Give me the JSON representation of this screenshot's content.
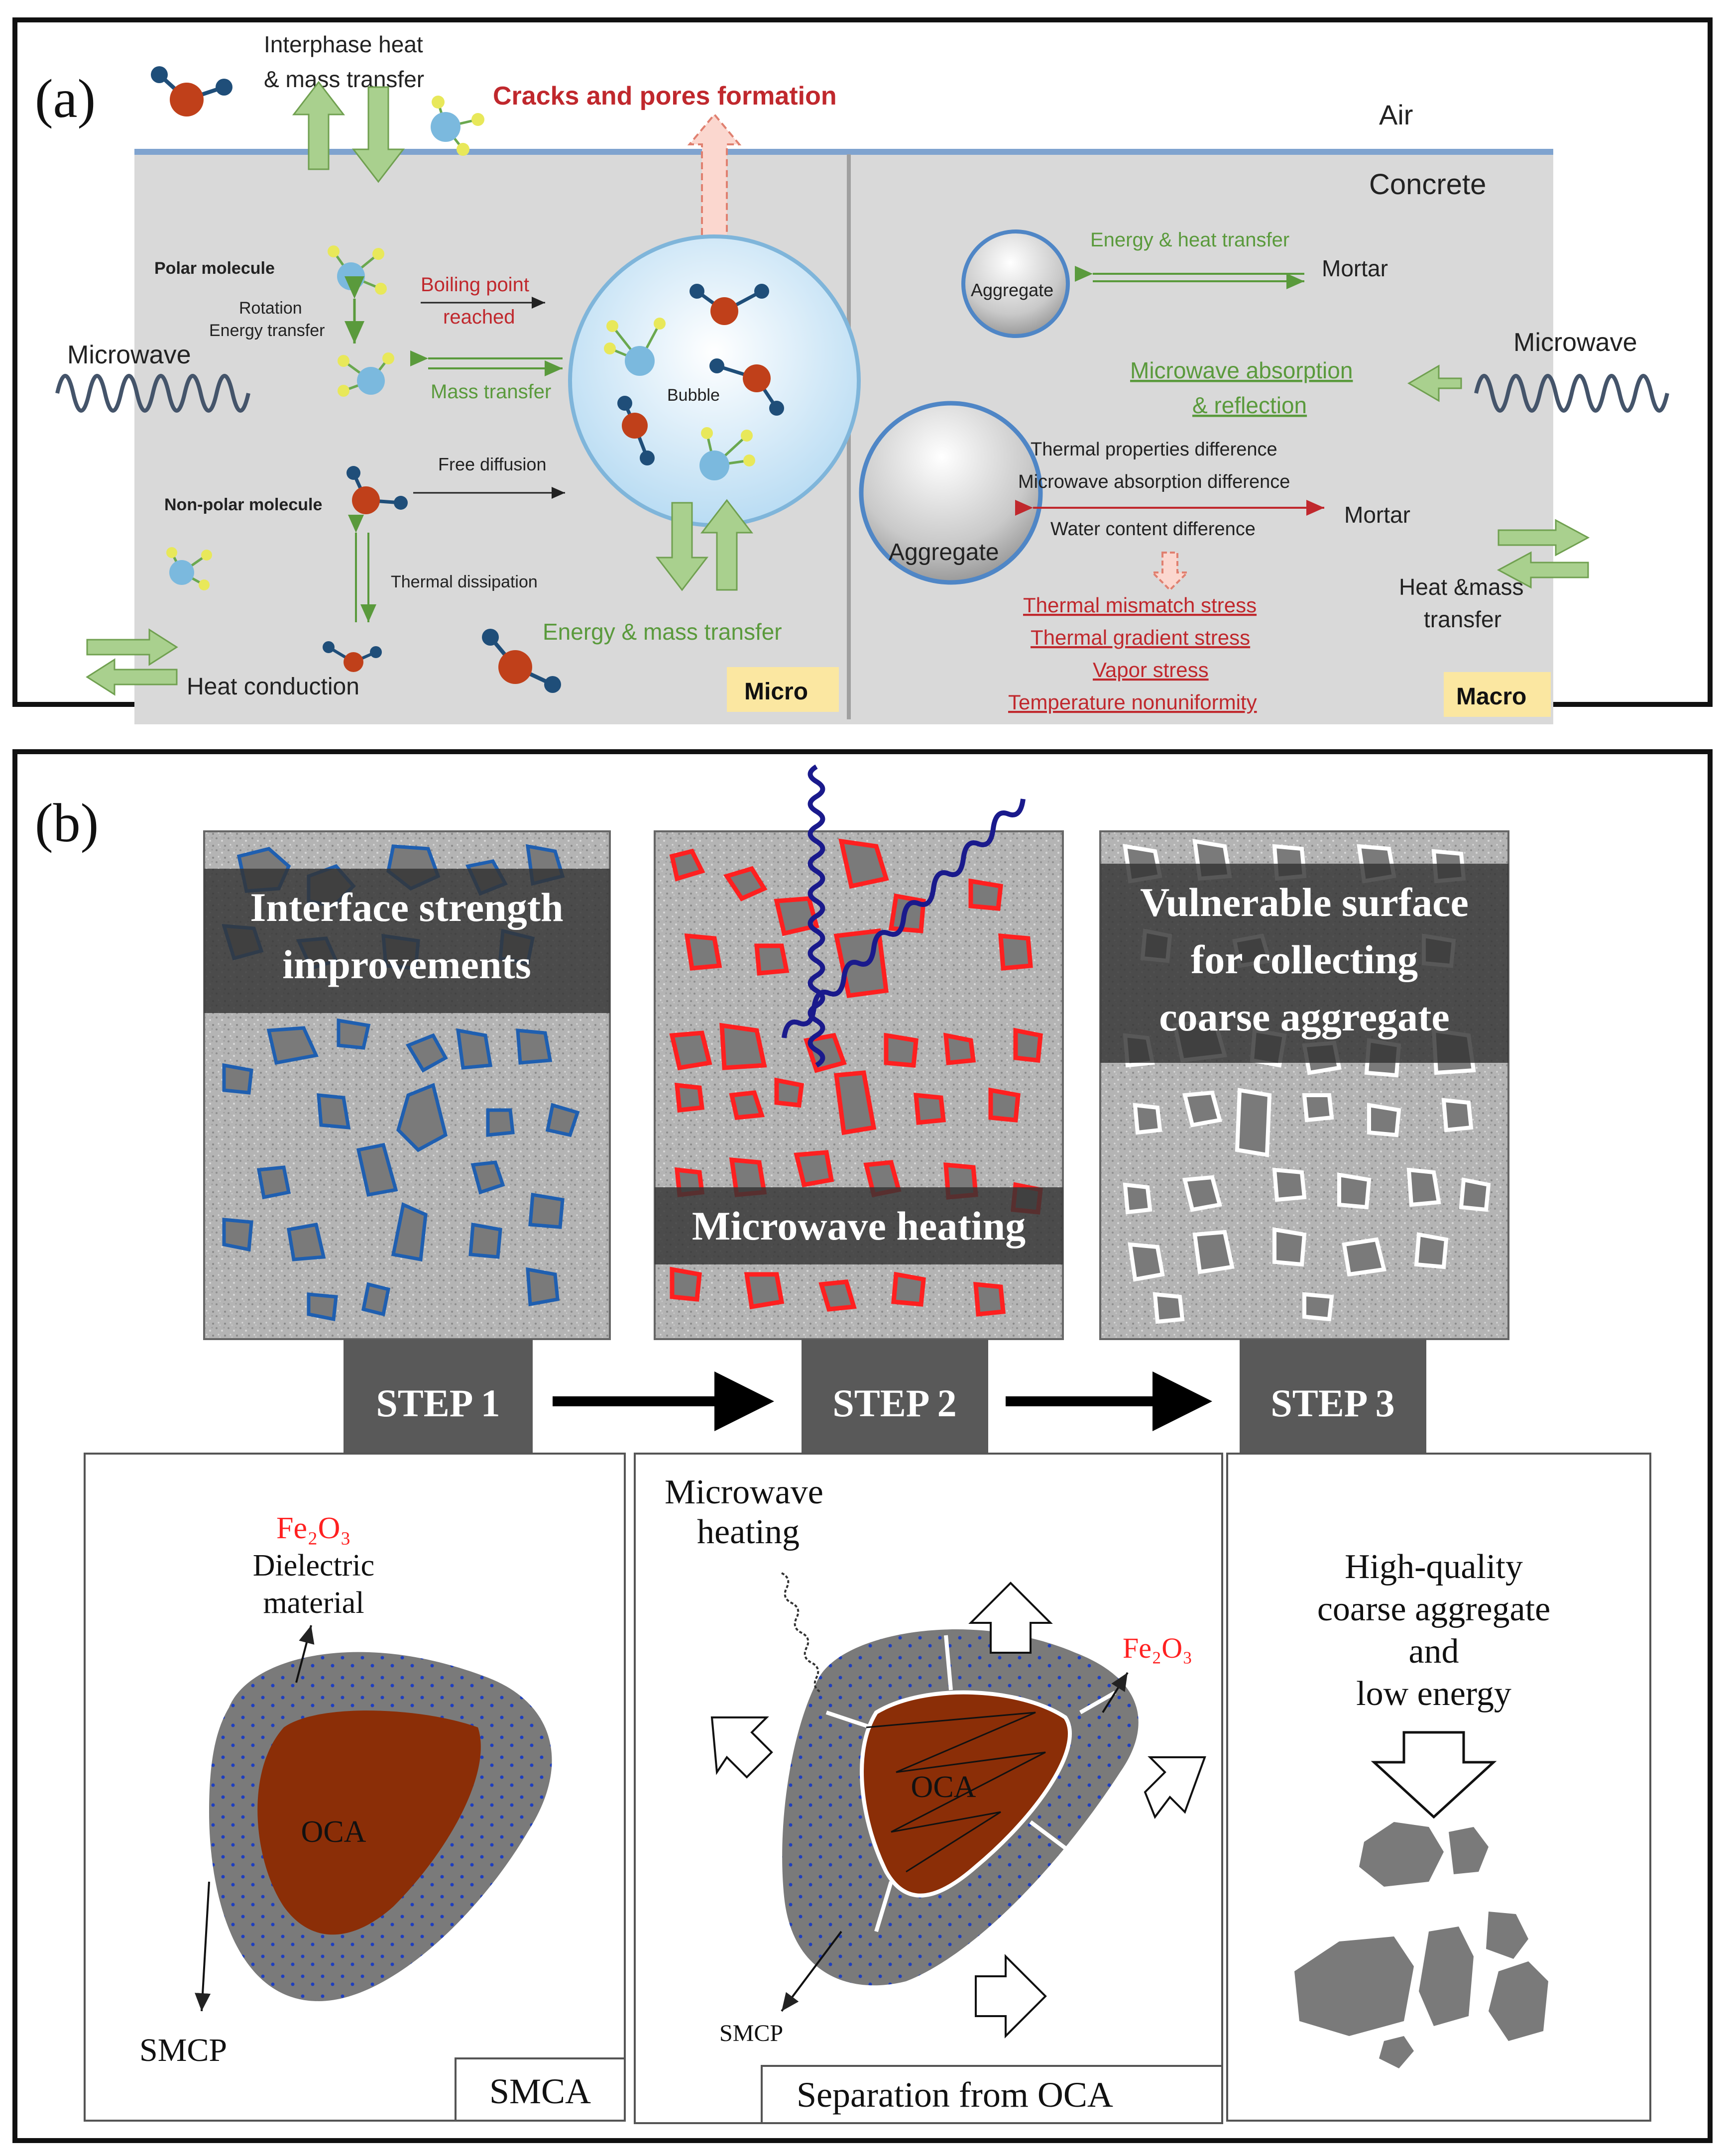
{
  "panel_a": {
    "label": "(a)",
    "interphase": "Interphase heat",
    "interphase2": "& mass transfer",
    "cracks": "Cracks and pores formation",
    "air": "Air",
    "concrete": "Concrete",
    "polar_molecule": "Polar molecule",
    "rotation": "Rotation",
    "energy_transfer_small": "Energy transfer",
    "boiling1": "Boiling point",
    "boiling2": "reached",
    "mass_transfer": "Mass transfer",
    "microwave_left": "Microwave",
    "bubble": "Bubble",
    "free_diffusion": "Free diffusion",
    "nonpolar_molecule": "Non-polar molecule",
    "thermal_dissipation": "Thermal dissipation",
    "energy_mass": "Energy & mass transfer",
    "heat_conduction": "Heat conduction",
    "micro": "Micro",
    "aggregate_small": "Aggregate",
    "energy_heat": "Energy & heat transfer",
    "mortar1": "Mortar",
    "microwave_right": "Microwave",
    "mw_absorption1": "Microwave absorption",
    "mw_absorption2": "& reflection",
    "thermal_props": "Thermal properties difference",
    "mw_abs_diff": "Microwave absorption difference",
    "water_content": "Water content difference",
    "aggregate_large": "Aggregate",
    "mortar2": "Mortar",
    "heat_mass1": "Heat &mass",
    "heat_mass2": "transfer",
    "stress1": "Thermal mismatch stress",
    "stress2": "Thermal gradient stress",
    "stress3": "Vapor stress",
    "stress4": "Temperature nonuniformity",
    "macro": "Macro"
  },
  "panel_b": {
    "label": "(b)",
    "box1_line1": "Interface strength",
    "box1_line2": "improvements",
    "box2": "Microwave heating",
    "box3_line1": "Vulnerable surface",
    "box3_line2": "for collecting",
    "box3_line3": "coarse aggregate",
    "step1": "STEP 1",
    "step2": "STEP 2",
    "step3": "STEP 3",
    "fe2o3": "Fe₂O₃",
    "dielectric1": "Dielectric",
    "dielectric2": "material",
    "oca": "OCA",
    "smcp": "SMCP",
    "smca": "SMCA",
    "mw_heating1": "Microwave",
    "mw_heating2": "heating",
    "separation": "Separation   from OCA",
    "hq1": "High-quality",
    "hq2": "coarse aggregate",
    "hq3": "and",
    "hq4": "low energy"
  },
  "colors": {
    "concrete_bg": "#d9d9d9",
    "green_text": "#5a9a3c",
    "red_text": "#c0282d",
    "step_box": "#595959",
    "oca_brown": "#8b2e07",
    "blue_outline": "#1f5fb0",
    "red_outline": "#ff2020",
    "highlight_yellow": "#fbe7a1"
  }
}
